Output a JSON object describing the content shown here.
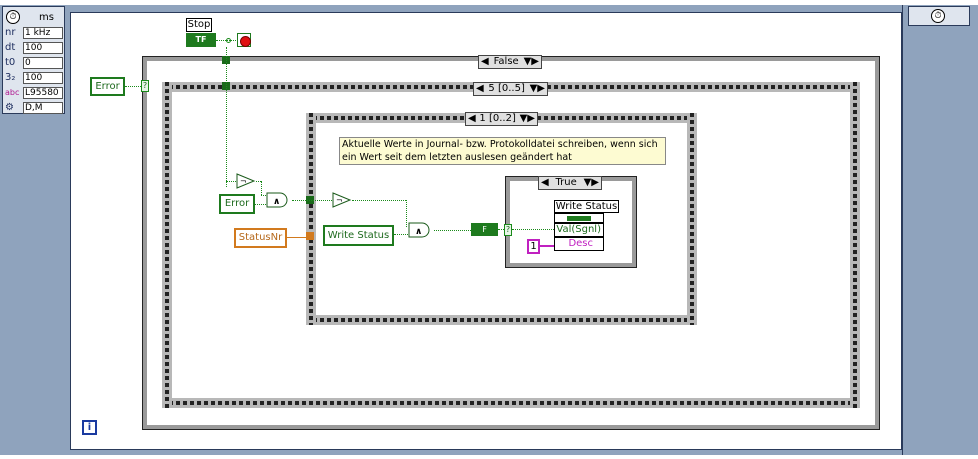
{
  "timed_loop_left": {
    "header_label": "ms",
    "rows": [
      {
        "icon": "clock-icon",
        "icon_text": "nr",
        "value": "1 kHz"
      },
      {
        "icon": "dt-icon",
        "icon_text": "dt",
        "value": "100"
      },
      {
        "icon": "t0-icon",
        "icon_text": "t0",
        "value": "0"
      },
      {
        "icon": "priority-icon",
        "icon_text": "3₂",
        "value": "100"
      },
      {
        "icon": "name-icon",
        "icon_text": "abc",
        "value": "L95580"
      },
      {
        "icon": "mode-icon",
        "icon_text": "⚙",
        "value": "D,M"
      }
    ]
  },
  "stop": {
    "label": "Stop",
    "terminal": "TF"
  },
  "outer_case": {
    "selector": "False"
  },
  "sequence_outer": {
    "selector": "5 [0..5]"
  },
  "sequence_inner": {
    "selector": "1 [0..2]"
  },
  "inner_case": {
    "selector": "True"
  },
  "error_left": "Error",
  "error_inner": "Error",
  "statusnr": "StatusNr",
  "write_status_local": "Write Status",
  "write_status_node": {
    "label": "Write Status",
    "prop1": "Val(Sgnl)",
    "prop2": "Desc"
  },
  "comment": "Aktuelle Werte in Journal- bzw. Protokolldatei schreiben, wenn sich ein Wert seit dem letzten auslesen geändert hat",
  "true_const": "F",
  "num_const": "1",
  "iteration_terminal": "i",
  "colors": {
    "loop_frame": "#8fa3bd",
    "bool_wire": "#1a8a1a",
    "num_wire": "#d27a1e",
    "string_wire": "#c020c0"
  }
}
